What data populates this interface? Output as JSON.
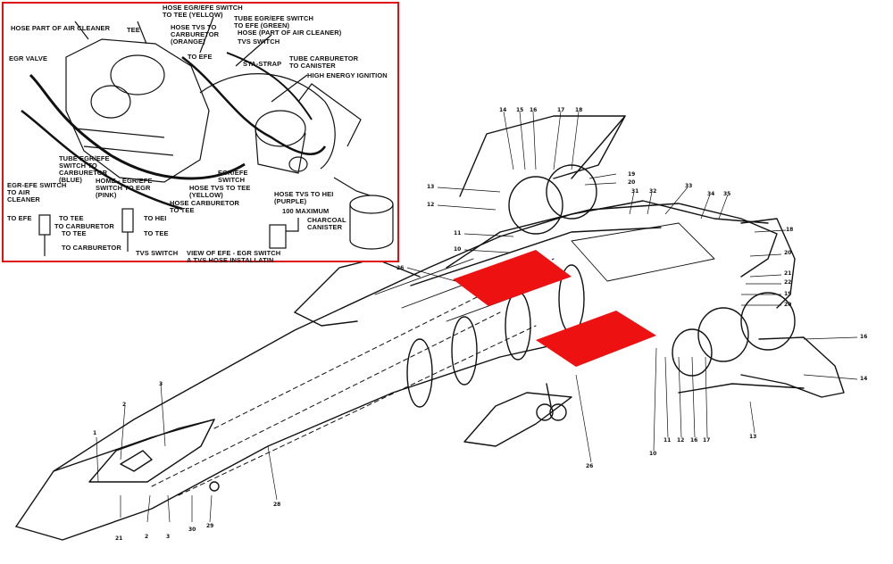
{
  "inset": {
    "labels": {
      "hose_air_cleaner": "HOSE PART OF AIR CLEANER",
      "tee": "TEE",
      "hose_tvs_carb": "HOSE TVS TO\nCARBURETOR\n(ORANGE)",
      "hose_egr_tee": "HOSE EGR/EFE SWITCH\nTO TEE (YELLOW)",
      "tube_egr_efe": "TUBE EGR/EFE SWITCH\nTO EFE (GREEN)",
      "hose_part_cleaner": "HOSE (PART OF AIR CLEANER)",
      "tvs_switch": "TVS SWITCH",
      "egr_valve": "EGR VALVE",
      "to_efe": "TO EFE",
      "sta_strap": "STA-STRAP",
      "tube_carb_canister": "TUBE CARBURETOR\nTO CANISTER",
      "hei": "HIGH ENERGY IGNITION",
      "tube_blue": "TUBE EGR/EFE\nSWITCH TO\nCARBURETOR\n(BLUE)",
      "home_pink": "HOME - EGR/EFE\nSWITCH TO EGR\n(PINK)",
      "egr_efe_switch": "EGR/EFE\nSWITCH",
      "hose_tvs_tee": "HOSE TVS TO TEE\n(YELLOW)",
      "hose_carb_tee": "HOSE CARBURETOR\nTO TEE",
      "hose_tvs_hei": "HOSE TVS TO HEI\n(PURPLE)",
      "egr_to_air": "EGR-EFE SWITCH\nTO AIR\nCLEANER",
      "to_efe2": "TO EFE",
      "to_tee1": "TO TEE",
      "to_carb1": "TO CARBURETOR",
      "to_tee2": "TO TEE",
      "to_carb2": "TO CARBURETOR",
      "to_hei": "TO HEI",
      "to_tee3": "TO TEE",
      "tvs_switch2": "TVS SWITCH",
      "max": "100 MAXIMUM",
      "canister": "CHARCOAL\nCANISTER",
      "caption": "VIEW OF EFE - EGR SWITCH\nA TVS HOSE INSTALLATIN"
    }
  },
  "callouts": {
    "nose": [
      "1",
      "2",
      "3",
      "21",
      "2",
      "3",
      "30",
      "29",
      "28"
    ],
    "top": [
      "14",
      "15",
      "16",
      "17",
      "18",
      "19",
      "20",
      "13",
      "12",
      "11",
      "10",
      "31",
      "32",
      "33",
      "34",
      "35",
      "18",
      "26"
    ],
    "right": [
      "20",
      "21",
      "22",
      "19",
      "20",
      "16",
      "14",
      "13"
    ],
    "bottom": [
      "26",
      "10",
      "11",
      "12",
      "16",
      "17"
    ]
  },
  "colors": {
    "highlight": "#ee1111",
    "inset_border": "#dd1111",
    "ink": "#111111"
  }
}
